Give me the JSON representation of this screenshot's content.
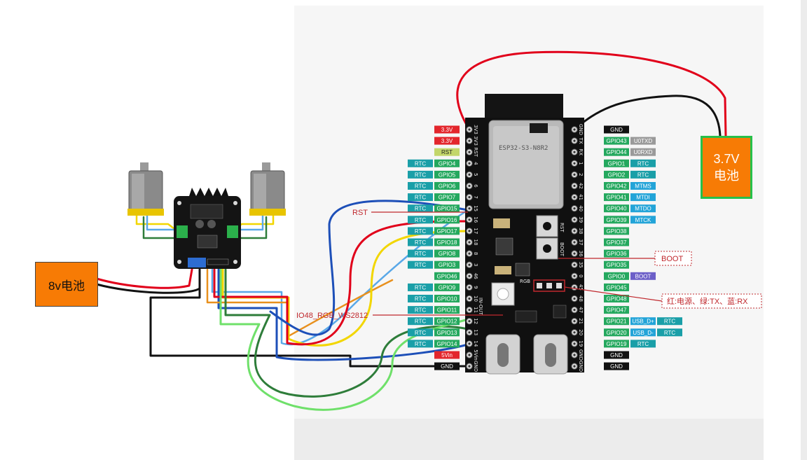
{
  "batteries": {
    "left": {
      "label": "8v电池"
    },
    "right": {
      "voltage": "3.7V",
      "label": "电池"
    }
  },
  "module": {
    "chip": "ESP32-S3-N8R2"
  },
  "left_pins": [
    {
      "pin": "3V3",
      "tags": [
        {
          "text": "3.3V",
          "color": "#e3262c"
        }
      ]
    },
    {
      "pin": "3V3",
      "tags": [
        {
          "text": "3.3V",
          "color": "#e3262c"
        }
      ]
    },
    {
      "pin": "RST",
      "tags": [
        {
          "text": "RST",
          "color": "#c3d66a"
        }
      ]
    },
    {
      "pin": "4",
      "tags": [
        {
          "text": "RTC",
          "color": "#1a9fa8"
        },
        {
          "text": "GPIO4",
          "color": "#24a85e"
        }
      ]
    },
    {
      "pin": "5",
      "tags": [
        {
          "text": "RTC",
          "color": "#1a9fa8"
        },
        {
          "text": "GPIO5",
          "color": "#24a85e"
        }
      ]
    },
    {
      "pin": "6",
      "tags": [
        {
          "text": "RTC",
          "color": "#1a9fa8"
        },
        {
          "text": "GPIO6",
          "color": "#24a85e"
        }
      ]
    },
    {
      "pin": "7",
      "tags": [
        {
          "text": "RTC",
          "color": "#1a9fa8"
        },
        {
          "text": "GPIO7",
          "color": "#24a85e"
        }
      ]
    },
    {
      "pin": "15",
      "tags": [
        {
          "text": "RTC",
          "color": "#1a9fa8"
        },
        {
          "text": "GPIO15",
          "color": "#24a85e"
        }
      ]
    },
    {
      "pin": "16",
      "tags": [
        {
          "text": "RTC",
          "color": "#1a9fa8"
        },
        {
          "text": "GPIO16",
          "color": "#24a85e"
        }
      ]
    },
    {
      "pin": "17",
      "tags": [
        {
          "text": "RTC",
          "color": "#1a9fa8"
        },
        {
          "text": "GPIO17",
          "color": "#24a85e"
        }
      ]
    },
    {
      "pin": "18",
      "tags": [
        {
          "text": "RTC",
          "color": "#1a9fa8"
        },
        {
          "text": "GPIO18",
          "color": "#24a85e"
        }
      ]
    },
    {
      "pin": "8",
      "tags": [
        {
          "text": "RTC",
          "color": "#1a9fa8"
        },
        {
          "text": "GPIO8",
          "color": "#24a85e"
        }
      ]
    },
    {
      "pin": "3",
      "tags": [
        {
          "text": "RTC",
          "color": "#1a9fa8"
        },
        {
          "text": "GPIO3",
          "color": "#24a85e"
        }
      ]
    },
    {
      "pin": "46",
      "tags": [
        {
          "text": "GPIO46",
          "color": "#24a85e"
        }
      ]
    },
    {
      "pin": "9",
      "tags": [
        {
          "text": "RTC",
          "color": "#1a9fa8"
        },
        {
          "text": "GPIO9",
          "color": "#24a85e"
        }
      ]
    },
    {
      "pin": "10",
      "tags": [
        {
          "text": "RTC",
          "color": "#1a9fa8"
        },
        {
          "text": "GPIO10",
          "color": "#24a85e"
        }
      ]
    },
    {
      "pin": "11",
      "tags": [
        {
          "text": "RTC",
          "color": "#1a9fa8"
        },
        {
          "text": "GPIO11",
          "color": "#24a85e"
        }
      ]
    },
    {
      "pin": "12",
      "tags": [
        {
          "text": "RTC",
          "color": "#1a9fa8"
        },
        {
          "text": "GPIO12",
          "color": "#24a85e"
        }
      ]
    },
    {
      "pin": "13",
      "tags": [
        {
          "text": "RTC",
          "color": "#1a9fa8"
        },
        {
          "text": "GPIO13",
          "color": "#24a85e"
        }
      ]
    },
    {
      "pin": "14",
      "tags": [
        {
          "text": "RTC",
          "color": "#1a9fa8"
        },
        {
          "text": "GPIO14",
          "color": "#24a85e"
        }
      ]
    },
    {
      "pin": "5Vin",
      "tags": [
        {
          "text": "5Vin",
          "color": "#e3262c"
        }
      ]
    },
    {
      "pin": "GND",
      "tags": [
        {
          "text": "GND",
          "color": "#111111"
        }
      ]
    }
  ],
  "right_pins": [
    {
      "pin": "GND",
      "tags": [
        {
          "text": "GND",
          "color": "#111111"
        }
      ]
    },
    {
      "pin": "TX",
      "tags": [
        {
          "text": "GPIO43",
          "color": "#24a85e"
        },
        {
          "text": "U0TXD",
          "color": "#9a9a9a"
        }
      ]
    },
    {
      "pin": "RX",
      "tags": [
        {
          "text": "GPIO44",
          "color": "#24a85e"
        },
        {
          "text": "U0RXD",
          "color": "#9a9a9a"
        }
      ]
    },
    {
      "pin": "1",
      "tags": [
        {
          "text": "GPIO1",
          "color": "#24a85e"
        },
        {
          "text": "RTC",
          "color": "#1a9fa8"
        }
      ]
    },
    {
      "pin": "2",
      "tags": [
        {
          "text": "GPIO2",
          "color": "#24a85e"
        },
        {
          "text": "RTC",
          "color": "#1a9fa8"
        }
      ]
    },
    {
      "pin": "42",
      "tags": [
        {
          "text": "GPIO42",
          "color": "#24a85e"
        },
        {
          "text": "MTMS",
          "color": "#23a4d8"
        }
      ]
    },
    {
      "pin": "41",
      "tags": [
        {
          "text": "GPIO41",
          "color": "#24a85e"
        },
        {
          "text": "MTDI",
          "color": "#23a4d8"
        }
      ]
    },
    {
      "pin": "40",
      "tags": [
        {
          "text": "GPIO40",
          "color": "#24a85e"
        },
        {
          "text": "MTDO",
          "color": "#23a4d8"
        }
      ]
    },
    {
      "pin": "39",
      "tags": [
        {
          "text": "GPIO39",
          "color": "#24a85e"
        },
        {
          "text": "MTCK",
          "color": "#23a4d8"
        }
      ]
    },
    {
      "pin": "38",
      "tags": [
        {
          "text": "GPIO38",
          "color": "#24a85e"
        }
      ]
    },
    {
      "pin": "37",
      "tags": [
        {
          "text": "GPIO37",
          "color": "#24a85e"
        }
      ]
    },
    {
      "pin": "36",
      "tags": [
        {
          "text": "GPIO36",
          "color": "#24a85e"
        }
      ]
    },
    {
      "pin": "35",
      "tags": [
        {
          "text": "GPIO35",
          "color": "#24a85e"
        }
      ]
    },
    {
      "pin": "0",
      "tags": [
        {
          "text": "GPIO0",
          "color": "#24a85e"
        },
        {
          "text": "BOOT",
          "color": "#6c5fc8"
        }
      ]
    },
    {
      "pin": "45",
      "tags": [
        {
          "text": "GPIO45",
          "color": "#24a85e"
        }
      ]
    },
    {
      "pin": "48",
      "tags": [
        {
          "text": "GPIO48",
          "color": "#24a85e"
        }
      ]
    },
    {
      "pin": "47",
      "tags": [
        {
          "text": "GPIO47",
          "color": "#24a85e"
        }
      ]
    },
    {
      "pin": "21",
      "tags": [
        {
          "text": "GPIO21",
          "color": "#24a85e"
        },
        {
          "text": "USB_D+",
          "color": "#23a4d8"
        },
        {
          "text": "RTC",
          "color": "#1a9fa8"
        }
      ]
    },
    {
      "pin": "20",
      "tags": [
        {
          "text": "GPIO20",
          "color": "#24a85e"
        },
        {
          "text": "USB_D-",
          "color": "#23a4d8"
        },
        {
          "text": "RTC",
          "color": "#1a9fa8"
        }
      ]
    },
    {
      "pin": "19",
      "tags": [
        {
          "text": "GPIO19",
          "color": "#24a85e"
        },
        {
          "text": "RTC",
          "color": "#1a9fa8"
        }
      ]
    },
    {
      "pin": "GND",
      "tags": [
        {
          "text": "GND",
          "color": "#111111"
        }
      ]
    },
    {
      "pin": "GND",
      "tags": [
        {
          "text": "GND",
          "color": "#111111"
        }
      ]
    }
  ],
  "callouts": {
    "rst": "RST",
    "boot": "BOOT",
    "led": "红:电源、绿:TX、蓝:RX",
    "rgb": "IO48_RGB_WS2812",
    "rgb_silk": "RGB",
    "in_out": "IN-OUT"
  },
  "board_silk": {
    "rst_btn": "RST",
    "boot_btn": "BOOT"
  },
  "wire_colors": {
    "red": "#e1001a",
    "black": "#111111",
    "blue": "#1d4fb8",
    "yellow": "#f2d600",
    "dark_green": "#2e7d3a",
    "light_green": "#6fe06a",
    "orange": "#e8901d",
    "light_blue": "#59a8e8"
  }
}
